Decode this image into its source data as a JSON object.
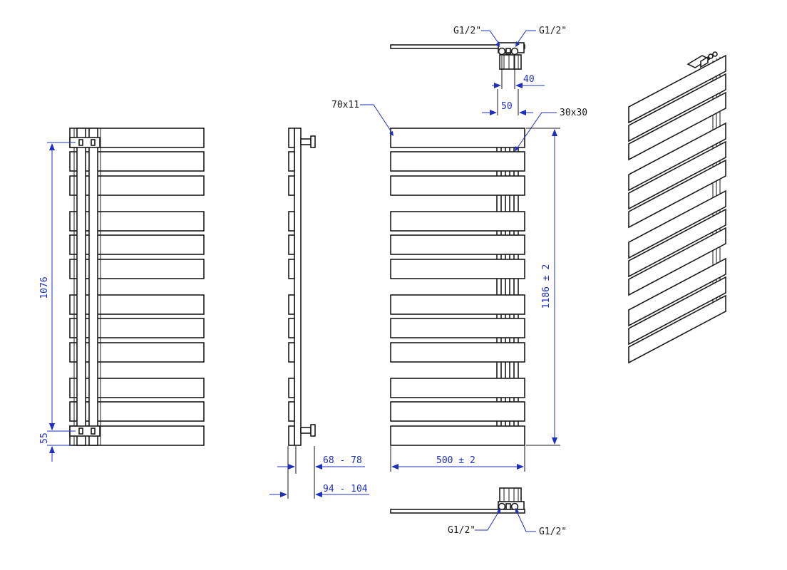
{
  "colors": {
    "dimension": "#1f2fbf",
    "line": "#1a1a1a",
    "background": "#ffffff"
  },
  "dimensions": {
    "center_distance": "1076",
    "bottom_offset": "55",
    "wall_distance_min": "68 - 78",
    "wall_distance_max": "94 - 104",
    "width": "500  ± 2",
    "height": "1186  ± 2",
    "connection_offset_40": "40",
    "connection_offset_50": "50",
    "slat_profile": "70x11",
    "column_profile": "30x30"
  },
  "connections": {
    "top_left": "G1/2\"",
    "top_right": "G1/2\"",
    "bottom_left": "G1/2\"",
    "bottom_right": "G1/2\""
  }
}
